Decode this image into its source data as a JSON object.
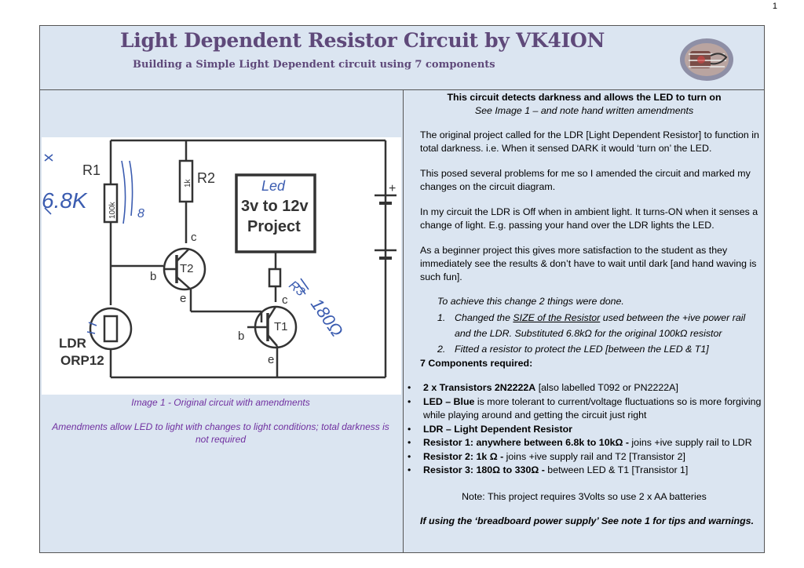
{
  "page_number": "1",
  "header": {
    "title": "Light Dependent Resistor Circuit by VK4ION",
    "subtitle": "Building a Simple Light Dependent circuit using 7 components"
  },
  "colors": {
    "title": "#5f497a",
    "caption": "#7030a0",
    "panel": "#dbe5f1"
  },
  "left": {
    "circuit": {
      "labels": {
        "r1": "R1",
        "r1_value": "100k",
        "r1_hand": "6.8K",
        "r2": "R2",
        "r2_value": "1k",
        "box_line1": "3v to 12v",
        "box_line2": "Project",
        "box_hand": "Led",
        "t2": "T2",
        "t1": "T1",
        "c": "c",
        "b": "b",
        "e": "e",
        "r3_hand": "R3",
        "r3_value_hand": "180Ω",
        "ldr": "LDR",
        "ldr_part": "ORP12",
        "plus": "+",
        "hand_8": "8"
      }
    },
    "caption1": "Image 1 - Original circuit with amendments",
    "caption2": "Amendments  allow LED to light with changes to light conditions; total darkness is not required"
  },
  "right": {
    "heading": "This circuit detects darkness and allows the LED to turn on",
    "subheading": "See Image 1 – and note hand written amendments",
    "paragraphs": [
      "The original project called for the LDR [Light Dependent Resistor] to function in total darkness. i.e. When it sensed DARK it would ‘turn on’ the LED.",
      "This posed several problems for me so I amended the circuit and marked my changes on the circuit diagram.",
      "In my circuit the LDR is Off when in ambient light. It turns-ON when it senses a change of light. E.g. passing your hand over the LDR lights the LED.",
      "As a beginner project this gives more satisfaction to the student as they immediately see the results & don’t have to wait until dark [and hand waving is such fun]."
    ],
    "change_intro": "To achieve this change 2 things were done.",
    "changes": [
      {
        "num": "1.",
        "pre": "Changed the ",
        "link": "SIZE of the Resistor",
        "post": " used between the +ive power rail and the LDR.  Substituted 6.8kΩ  for the original 100kΩ resistor"
      },
      {
        "num": "2.",
        "pre": "Fitted a resistor to protect the LED [between the LED & T1]",
        "link": "",
        "post": ""
      }
    ],
    "components_heading": "7 Components required:",
    "components": [
      {
        "bold": "2 x Transistors 2N2222A",
        "rest": " [also labelled T092 or PN2222A]"
      },
      {
        "bold": "LED – Blue",
        "rest": " is more tolerant to current/voltage fluctuations so is more forgiving while playing around and getting the circuit just right"
      },
      {
        "bold": "LDR – Light Dependent Resistor",
        "rest": ""
      },
      {
        "bold": "Resistor 1:  anywhere between 6.8k to 10kΩ -",
        "rest": " joins +ive supply rail to LDR"
      },
      {
        "bold": "Resistor 2:  1k Ω -",
        "rest": "  joins +ive supply rail and T2 [Transistor 2]"
      },
      {
        "bold": "Resistor 3:  180Ω to 330Ω  -",
        "rest": " between LED & T1 [Transistor 1]"
      }
    ],
    "bullet": "•",
    "note": "Note: This project requires 3Volts so use 2 x AA batteries",
    "warning": "If using the ‘breadboard power supply’ See note 1 for tips and warnings."
  }
}
